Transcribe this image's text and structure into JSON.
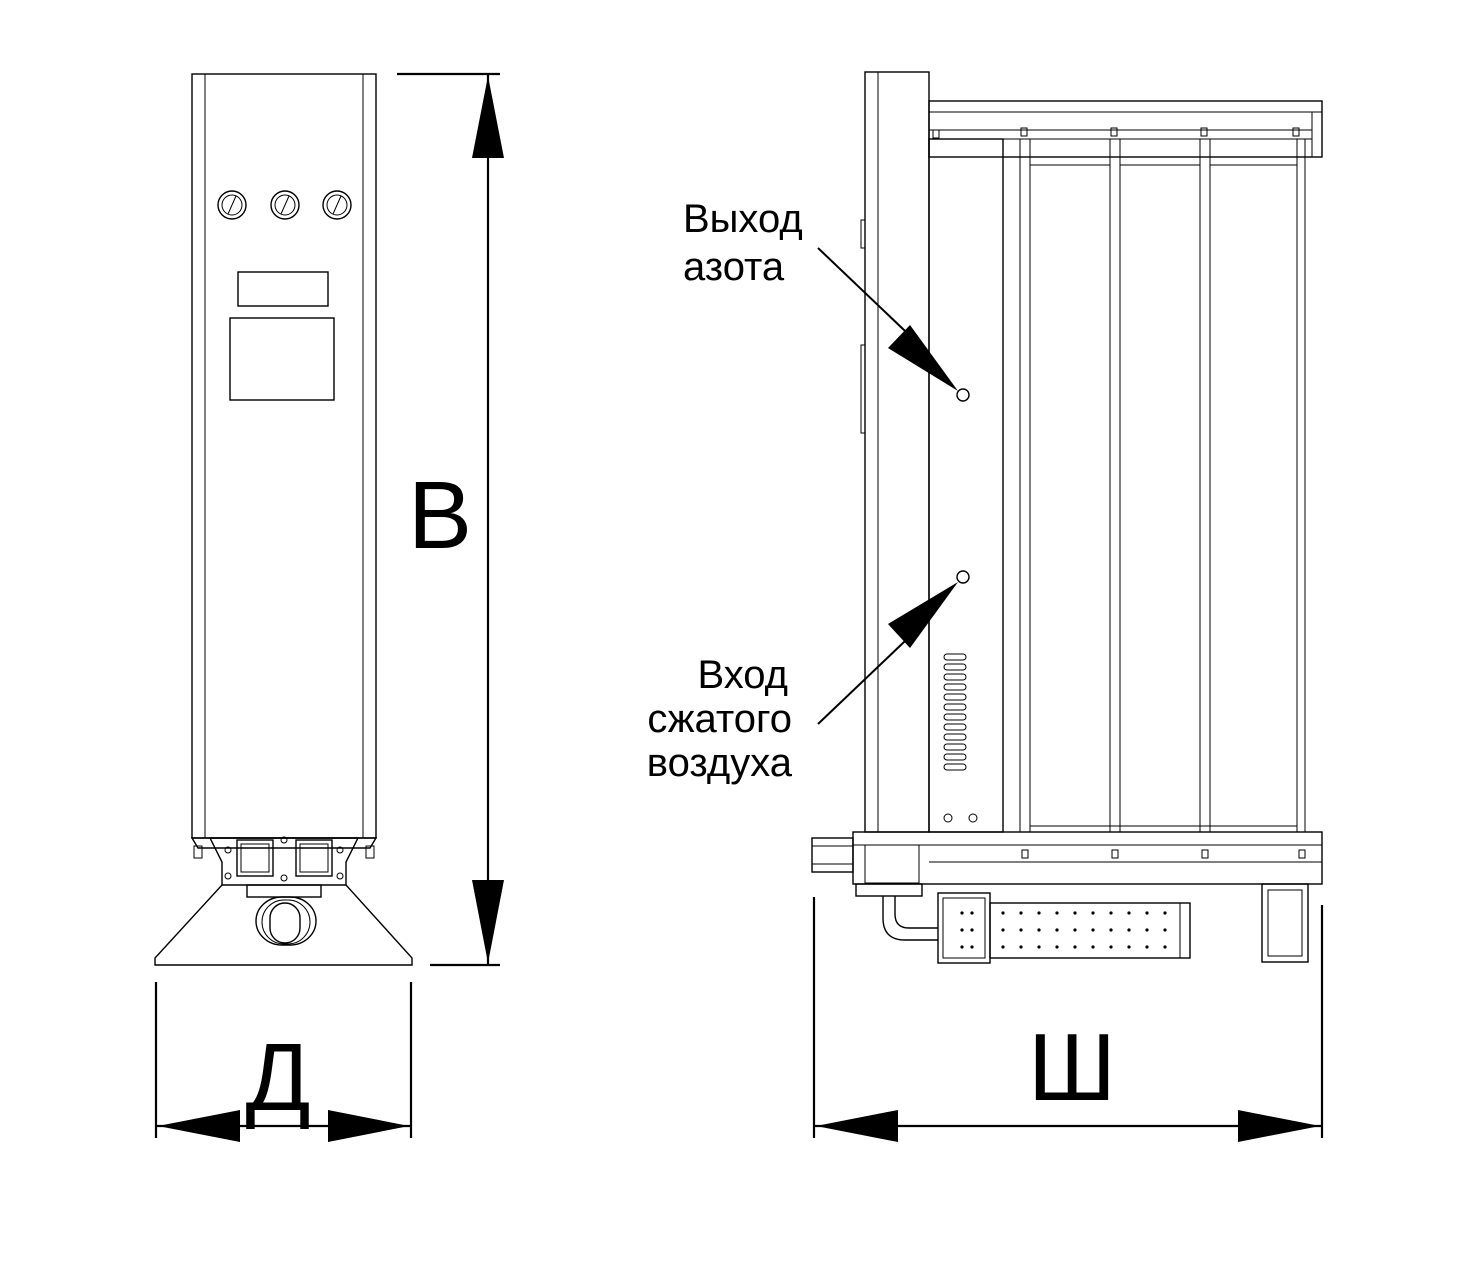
{
  "dimensions": {
    "height_label": "В",
    "depth_label": "Д",
    "width_label": "Ш"
  },
  "annotations": {
    "nitrogen_outlet": [
      "Выход",
      "азота"
    ],
    "air_inlet": [
      "Вход",
      "сжатого",
      "воздуха"
    ]
  },
  "colors": {
    "line": "#000000",
    "background": "#ffffff"
  }
}
